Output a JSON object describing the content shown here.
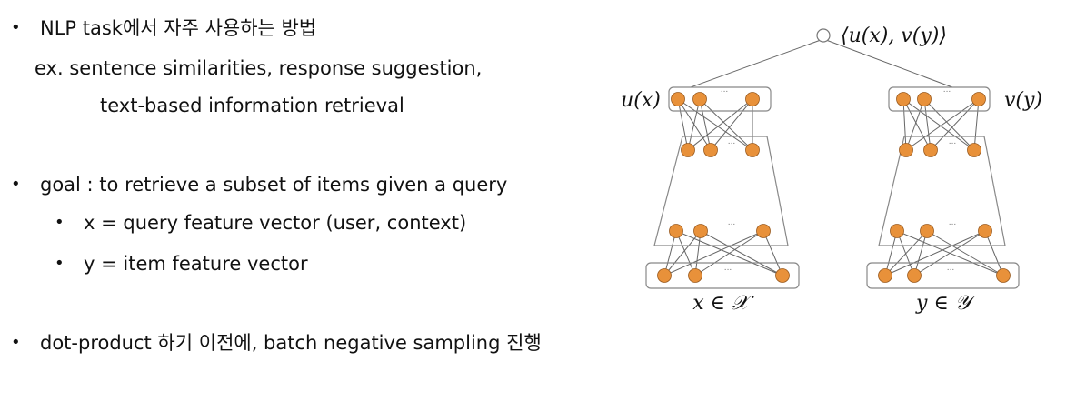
{
  "text": {
    "b1": "NLP task에서 자주 사용하는 방법",
    "b1_l2": "ex. sentence similarities, response suggestion,",
    "b1_l3": "text-based information retrieval",
    "b2": "goal : to retrieve a subset of items given a query",
    "b2_s1": "x = query feature vector (user, context)",
    "b2_s2": "y = item feature vector",
    "b3": "dot-product 하기 이전에, batch negative sampling 진행"
  },
  "diagram": {
    "top_label": "⟨u(x), v(y)⟩",
    "left_output_label": "u(x)",
    "right_output_label": "v(y)",
    "left_input_label": "x ∈ 𝒳",
    "right_input_label": "y ∈ 𝒴",
    "ellipsis": "...",
    "node_color": "#E8913A"
  }
}
